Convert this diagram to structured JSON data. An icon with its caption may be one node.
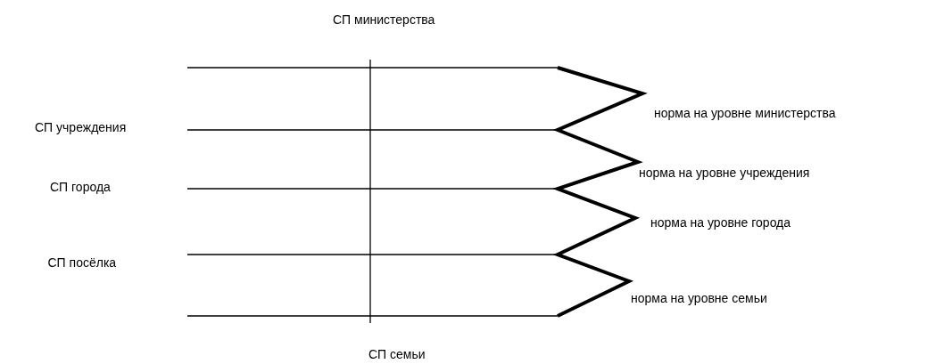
{
  "diagram": {
    "labels": [
      "СП министерства",
      "норма на уровне министерства",
      "СП учреждения",
      "норма на уровне учреждения",
      "СП города",
      "норма на уровне города",
      "СП посёлка",
      "норма на уровне семьи",
      "СП семьи"
    ]
  }
}
